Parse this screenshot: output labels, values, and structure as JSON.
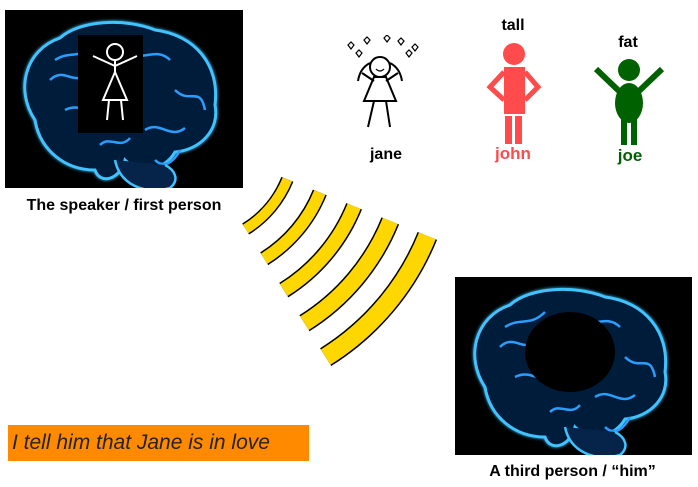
{
  "speaker": {
    "label": "The speaker / first person"
  },
  "third_person": {
    "label": "A third person / “him”"
  },
  "characters": [
    {
      "name": "jane",
      "trait": "",
      "color": "#000000"
    },
    {
      "name": "john",
      "trait": "tall",
      "color": "#ff4b4b"
    },
    {
      "name": "joe",
      "trait": "fat",
      "color": "#006100"
    }
  ],
  "utterance": "I tell him that Jane is in love",
  "colors": {
    "wave": "#ffd700",
    "highlight": "#ff8a00",
    "brain": "#2a9dff"
  }
}
